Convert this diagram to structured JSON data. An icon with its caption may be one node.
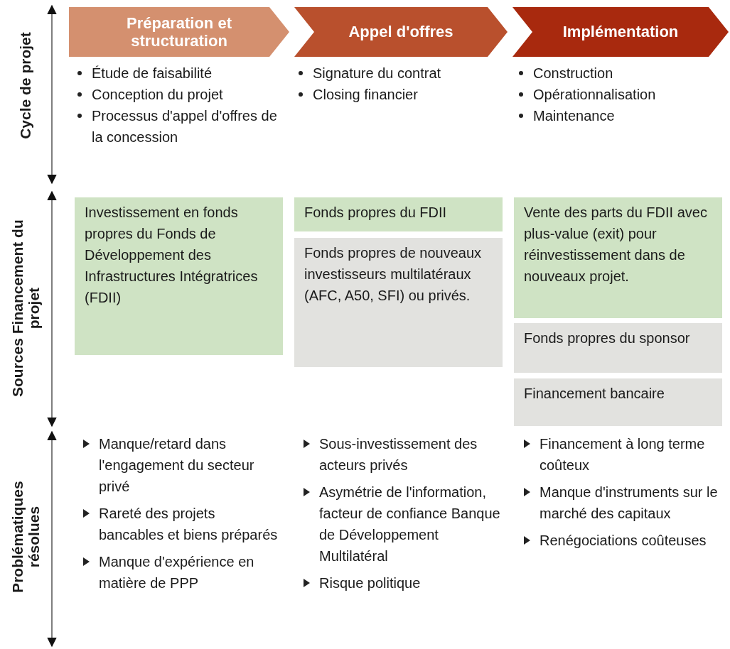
{
  "diagram": {
    "nodes": [
      {
        "text": [
          "Préparation et structuration"
        ]
      },
      {
        "text": [
          "Appel d'offres"
        ]
      },
      {
        "text": [
          "Implémentation"
        ]
      },
      {
        "text": [
          "Investissement en fonds propres du Fonds de Développement des Infrastructures Intégratrices (FDII)"
        ]
      },
      {
        "text": [
          "Fonds propres du FDII"
        ]
      },
      {
        "text": [
          "Fonds propres de nouveaux investisseurs multilatéraux (AFC, A50, SFI) ou privés."
        ]
      },
      {
        "text": [
          "Vente des parts du FDII avec plus-value (exit) pour réinvestissement dans de nouveaux projet."
        ]
      },
      {
        "text": [
          "Fonds propres du sponsor"
        ]
      },
      {
        "text": [
          "Financement bancaire"
        ]
      }
    ],
    "edges": [],
    "labels": [
      "Cycle de projet",
      "Étude de faisabilité",
      "Conception du projet",
      "Processus d'appel d'offres de la concession",
      "Signature du contrat",
      "Closing financier",
      "Construction",
      "Opérationnalisation",
      "Maintenance",
      "Sources Financement du projet",
      "Problématiques résolues",
      "Manque/retard dans l'engagement du secteur privé",
      "Rareté des projets bancables et biens préparés",
      "Manque d'expérience en matière de PPP",
      "Sous-investissement des acteurs privés",
      "Asymétrie de l'information, facteur de confiance Banque de Développement Multilatéral",
      "Risque politique",
      "Financement à long terme coûteux",
      "Manque d'instruments sur le marché des capitaux",
      "Renégociations coûteuses"
    ]
  }
}
